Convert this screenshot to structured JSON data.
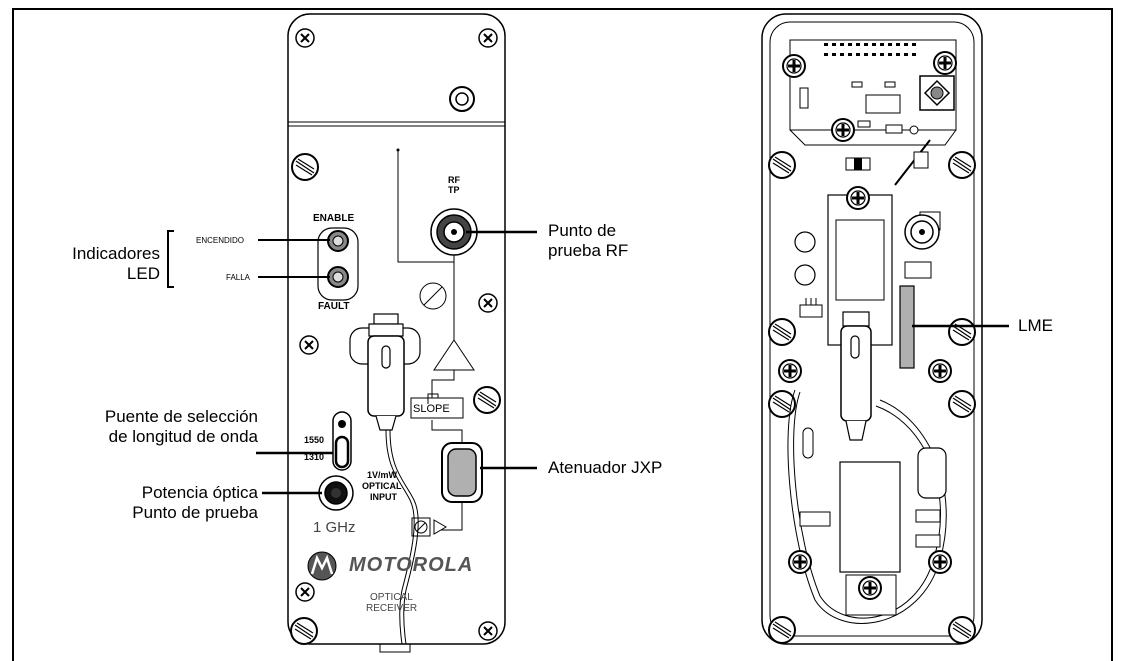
{
  "callouts": {
    "led_line1": "Indicadores",
    "led_line2": "LED",
    "encendido": "ENCENDIDO",
    "falla": "FALLA",
    "wavelength_line1": "Puente de selección",
    "wavelength_line2": "de longitud de onda",
    "optical_line1": "Potencia óptica",
    "optical_line2": "Punto de prueba",
    "rf_line1": "Punto de",
    "rf_line2": "prueba RF",
    "jxp": "Atenuador JXP",
    "lme": "LME"
  },
  "panel": {
    "enable": "ENABLE",
    "fault": "FAULT",
    "rf": "RF",
    "tp": "TP",
    "slope": "SLOPE",
    "w1550": "1550",
    "w1310": "1310",
    "opt1": "1V/mW",
    "opt2": "OPTICAL",
    "opt3": "INPUT",
    "ghz": "1 GHz",
    "brand": "MOTOROLA",
    "rec1": "OPTICAL",
    "rec2": "RECEIVER"
  },
  "colors": {
    "line": "#000000",
    "fill_gray": "#b0b0b0",
    "panel_bg": "#ffffff"
  }
}
